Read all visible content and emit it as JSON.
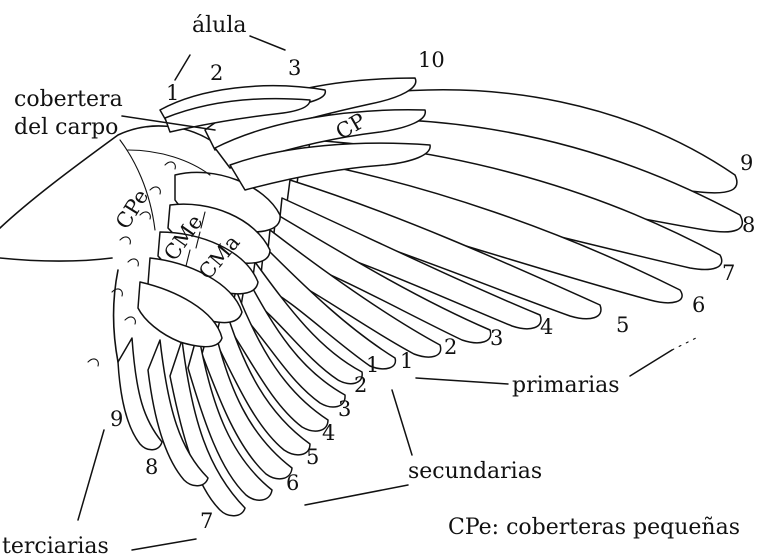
{
  "labels": {
    "alula": "álula",
    "cobertera_line1": "cobertera",
    "cobertera_line2": "del carpo",
    "cp": "CP",
    "cpe": "CPe",
    "cme": "CMe",
    "cma": "CMa",
    "primarias": "primarias",
    "secundarias": "secundarias",
    "terciarias": "terciarias",
    "legend": "CPe: coberteras  pequeñas"
  },
  "alula_numbers": [
    "1",
    "2",
    "3"
  ],
  "primary_numbers": [
    "10",
    "9",
    "8",
    "7",
    "6",
    "5",
    "4",
    "3",
    "2",
    "1"
  ],
  "secondary_numbers": [
    "1",
    "2",
    "3",
    "4",
    "5",
    "6"
  ],
  "tertiary_numbers": [
    "9",
    "8",
    "7"
  ]
}
